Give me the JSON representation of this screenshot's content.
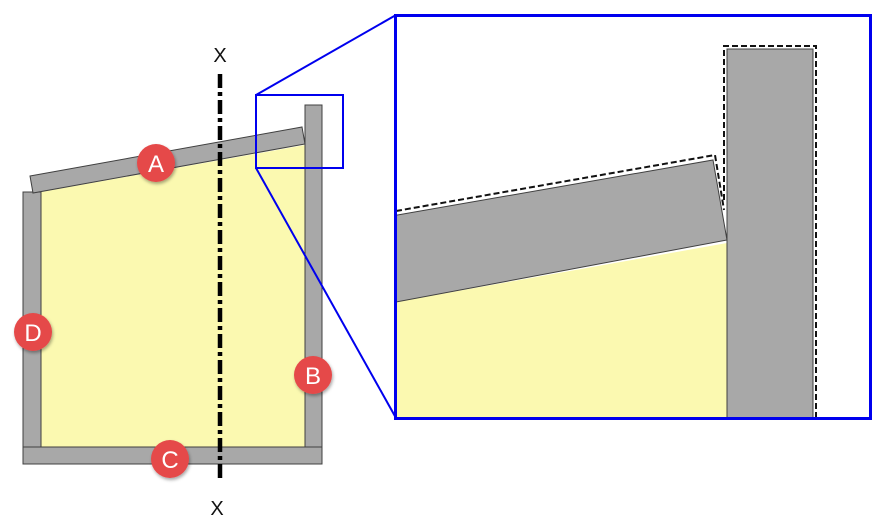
{
  "diagram": {
    "type": "section-detail",
    "section_axis": {
      "top_label": "X",
      "bottom_label": "X"
    },
    "labels": {
      "A": "A",
      "B": "B",
      "C": "C",
      "D": "D"
    },
    "colors": {
      "panel_fill": "#a8a8a8",
      "panel_stroke": "#404040",
      "interior_fill": "#fbf9b0",
      "badge_fill": "#e54848",
      "badge_text": "#ffffff",
      "detail_frame": "#0000ee",
      "axis_line": "#000000"
    },
    "detail_view": {
      "description": "Magnified corner where panel A meets panel B, with dashed outline offsets"
    }
  }
}
